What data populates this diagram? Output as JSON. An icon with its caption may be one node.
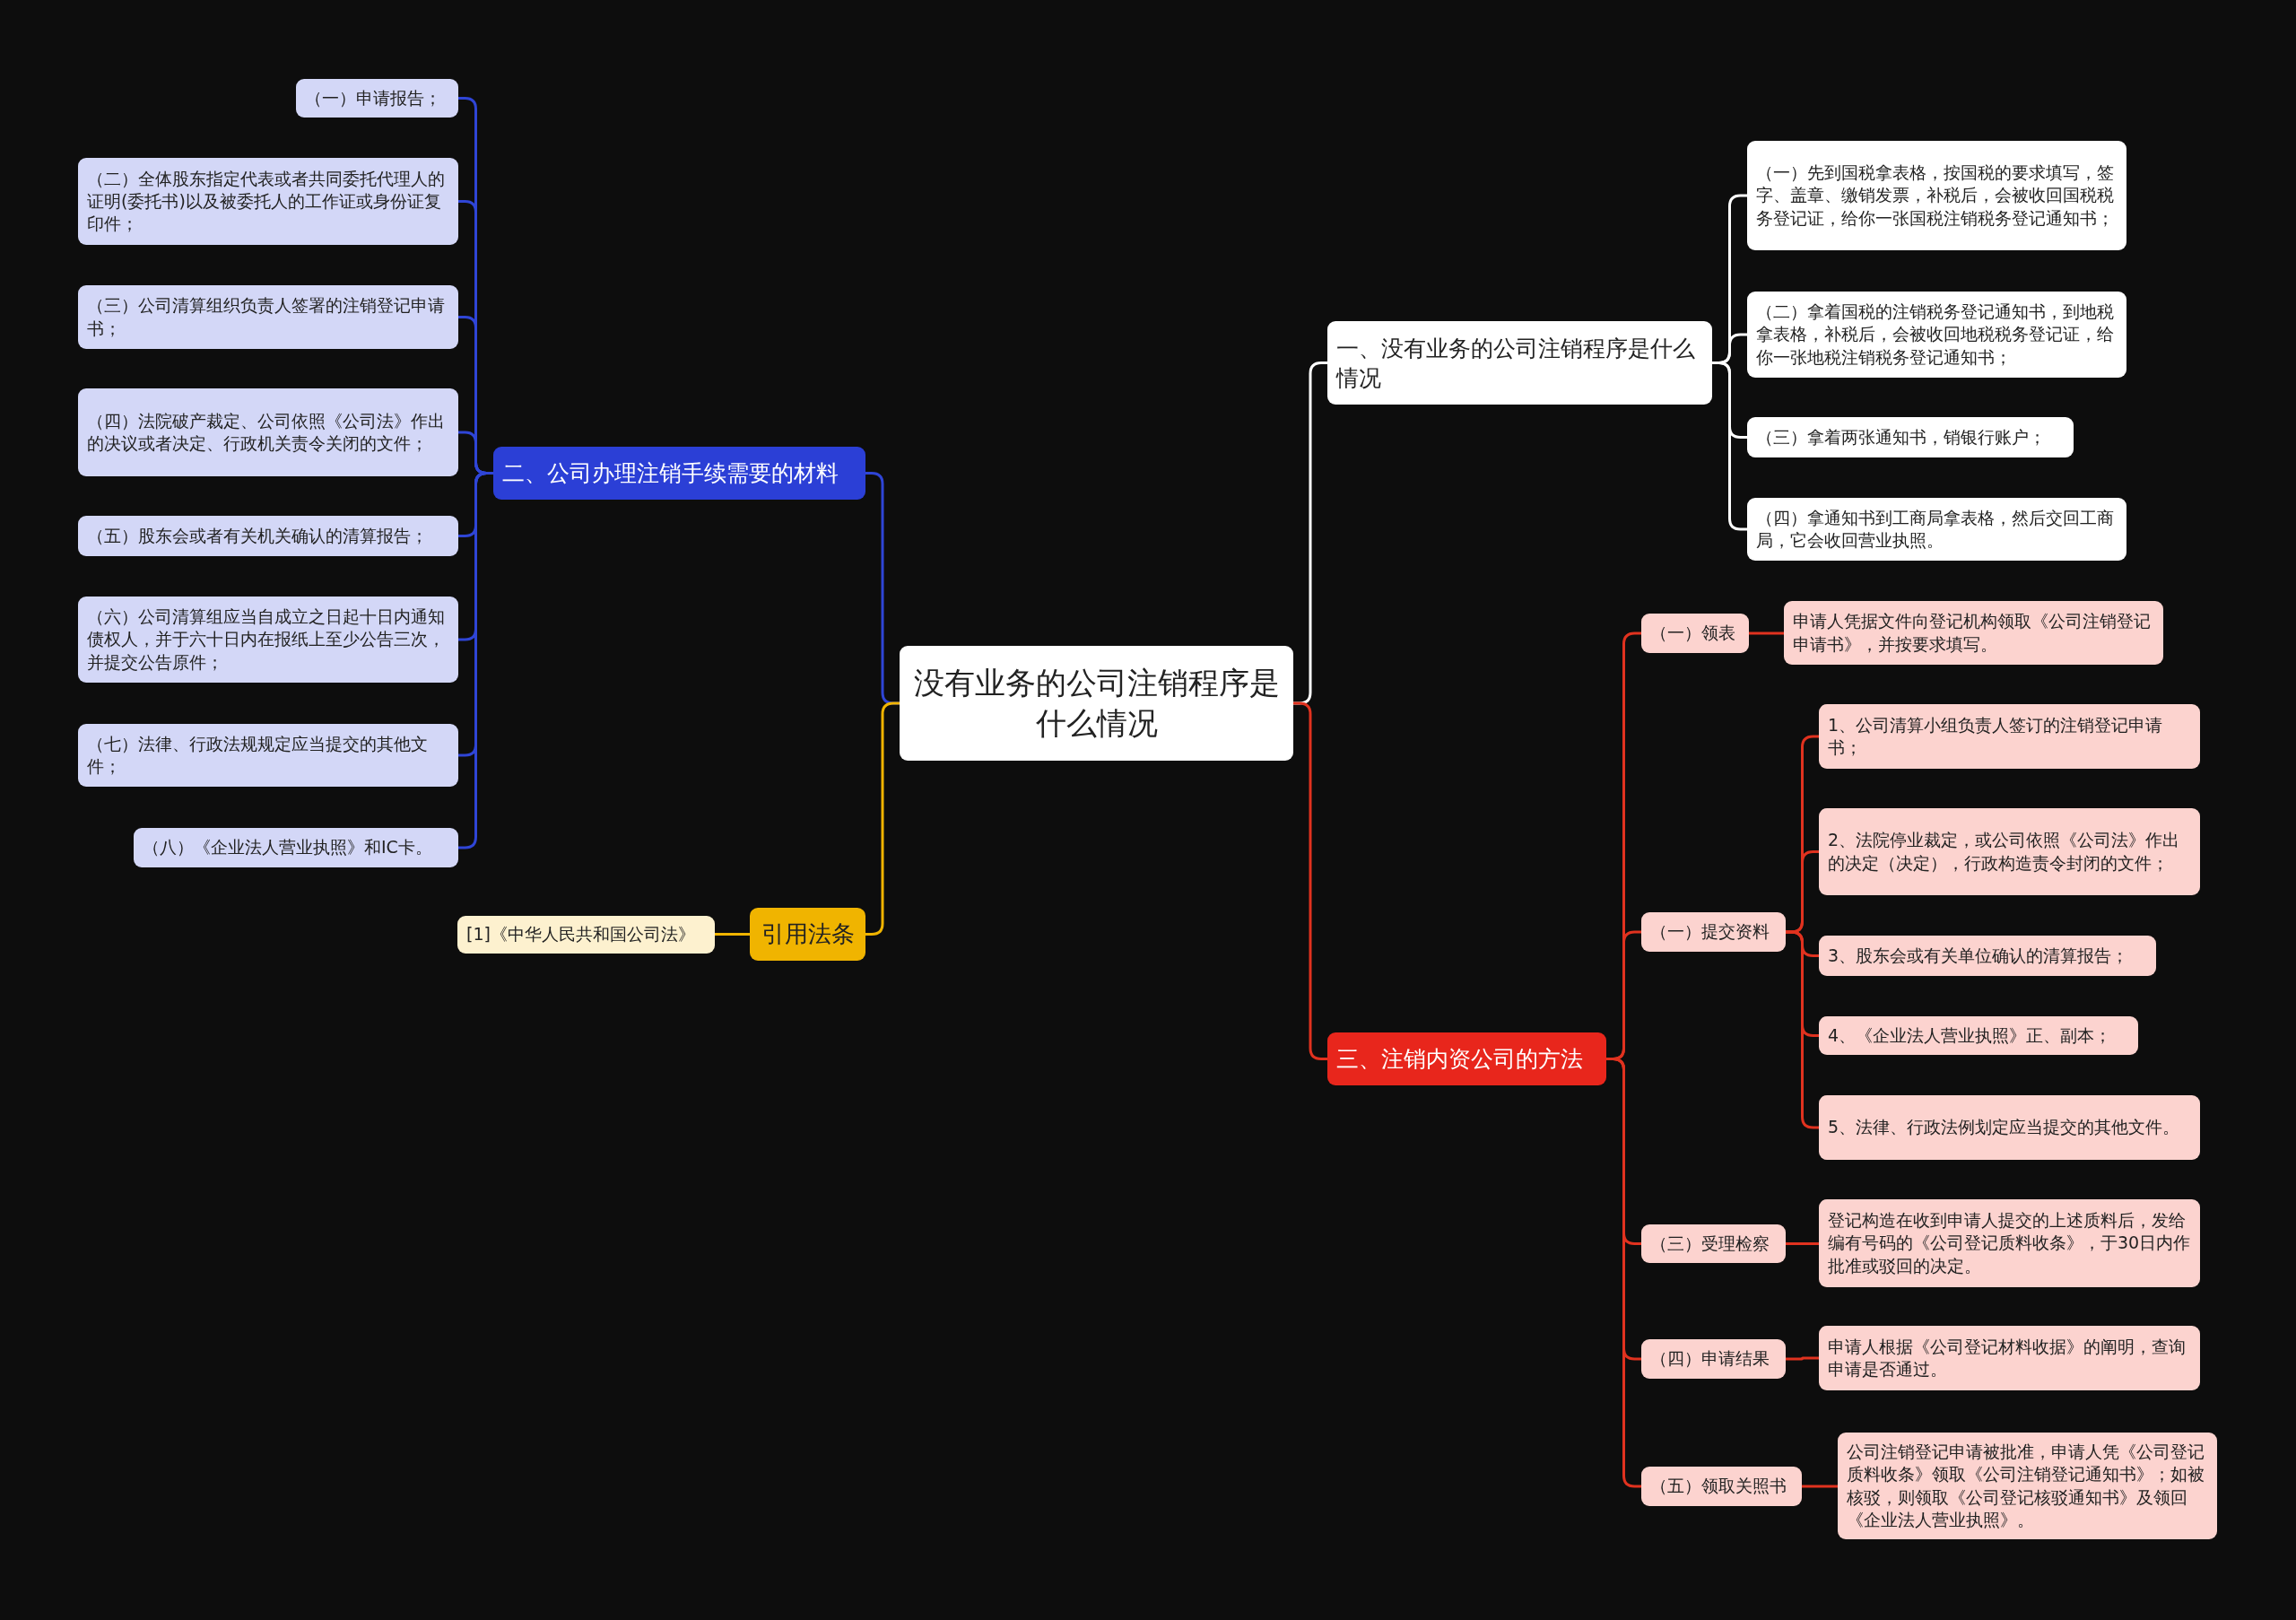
{
  "diagram": {
    "nodes": [
      {
        "text": [
          "没有业务的公司注销程序是什么情况"
        ]
      },
      {
        "text": [
          "一、没有业务的公司注销程序是什么情况"
        ]
      },
      {
        "text": [
          "（一）先到国税拿表格，按国税的要求填写，签字、盖章、缴销发票，补税后，会被收回国税税务登记证，给你一张国税注销税务登记通知书；"
        ]
      },
      {
        "text": [
          "（二）拿着国税的注销税务登记通知书，到地税拿表格，补税后，会被收回地税税务登记证，给你一张地税注销税务登记通知书；"
        ]
      },
      {
        "text": [
          "（三）拿着两张通知书，销银行账户；"
        ]
      },
      {
        "text": [
          "（四）拿通知书到工商局拿表格，然后交回工商局，它会收回营业执照。"
        ]
      },
      {
        "text": [
          "二、公司办理注销手续需要的材料"
        ]
      },
      {
        "text": [
          "（一）申请报告；"
        ]
      },
      {
        "text": [
          "（二）全体股东指定代表或者共同委托代理人的证明(委托书)以及被委托人的工作证或身份证复印件；"
        ]
      },
      {
        "text": [
          "（三）公司清算组织负责人签署的注销登记申请书；"
        ]
      },
      {
        "text": [
          "（四）法院破产裁定、公司依照《公司法》作出的决议或者决定、行政机关责令关闭的文件；"
        ]
      },
      {
        "text": [
          "（五）股东会或者有关机关确认的清算报告；"
        ]
      },
      {
        "text": [
          "（六）公司清算组应当自成立之日起十日内通知债权人，并于六十日内在报纸上至少公告三次，并提交公告原件；"
        ]
      },
      {
        "text": [
          "（七）法律、行政法规规定应当提交的其他文件；"
        ]
      },
      {
        "text": [
          "（八）《企业法人营业执照》和IC卡。"
        ]
      },
      {
        "text": [
          "三、注销内资公司的方法"
        ]
      },
      {
        "text": [
          "（一）领表"
        ]
      },
      {
        "text": [
          "申请人凭据文件向登记机构领取《公司注销登记申请书》，并按要求填写。"
        ]
      },
      {
        "text": [
          "（一）提交资料"
        ]
      },
      {
        "text": [
          "1、公司清算小组负责人签订的注销登记申请书；"
        ]
      },
      {
        "text": [
          "2、法院停业裁定，或公司依照《公司法》作出的决定（决定），行政构造责令封闭的文件；"
        ]
      },
      {
        "text": [
          "3、股东会或有关单位确认的清算报告；"
        ]
      },
      {
        "text": [
          "4、《企业法人营业执照》正、副本；"
        ]
      },
      {
        "text": [
          "5、法律、行政法例划定应当提交的其他文件。"
        ]
      },
      {
        "text": [
          "（三）受理检察"
        ]
      },
      {
        "text": [
          "登记构造在收到申请人提交的上述质料后，发给编有号码的《公司登记质料收条》，于30日内作批准或驳回的决定。"
        ]
      },
      {
        "text": [
          "（四）申请结果"
        ]
      },
      {
        "text": [
          "申请人根据《公司登记材料收据》的阐明，查询申请是否通过。"
        ]
      },
      {
        "text": [
          "（五）领取关照书"
        ]
      },
      {
        "text": [
          "公司注销登记申请被批准，申请人凭《公司登记质料收条》领取《公司注销登记通知书》；如被核驳，则领取《公司登记核驳通知书》及领回《企业法人营业执照》。"
        ]
      },
      {
        "text": [
          "引用法条"
        ]
      },
      {
        "text": [
          "[1]《中华人民共和国公司法》"
        ]
      }
    ],
    "edges": [
      {
        "from": 0,
        "to": 1,
        "arrow": "none",
        "color": "#ffffff"
      },
      {
        "from": 1,
        "to": 2,
        "arrow": "none",
        "color": "#ffffff"
      },
      {
        "from": 1,
        "to": 3,
        "arrow": "none",
        "color": "#ffffff"
      },
      {
        "from": 1,
        "to": 4,
        "arrow": "none",
        "color": "#ffffff"
      },
      {
        "from": 1,
        "to": 5,
        "arrow": "none",
        "color": "#ffffff"
      },
      {
        "from": 0,
        "to": 6,
        "arrow": "none",
        "color": "#2f45d6"
      },
      {
        "from": 6,
        "to": 7,
        "arrow": "none",
        "color": "#2f45d6"
      },
      {
        "from": 6,
        "to": 8,
        "arrow": "none",
        "color": "#2f45d6"
      },
      {
        "from": 6,
        "to": 9,
        "arrow": "none",
        "color": "#2f45d6"
      },
      {
        "from": 6,
        "to": 10,
        "arrow": "none",
        "color": "#2f45d6"
      },
      {
        "from": 6,
        "to": 11,
        "arrow": "none",
        "color": "#2f45d6"
      },
      {
        "from": 6,
        "to": 12,
        "arrow": "none",
        "color": "#2f45d6"
      },
      {
        "from": 6,
        "to": 13,
        "arrow": "none",
        "color": "#2f45d6"
      },
      {
        "from": 6,
        "to": 14,
        "arrow": "none",
        "color": "#2f45d6"
      },
      {
        "from": 0,
        "to": 15,
        "arrow": "none"
      },
      {
        "from": 15,
        "to": 16,
        "arrow": "none"
      },
      {
        "from": 16,
        "to": 17,
        "arrow": "none"
      },
      {
        "from": 15,
        "to": 18,
        "arrow": "none"
      },
      {
        "from": 18,
        "to": 19,
        "arrow": "none"
      },
      {
        "from": 18,
        "to": 20,
        "arrow": "none"
      },
      {
        "from": 18,
        "to": 21,
        "arrow": "none"
      },
      {
        "from": 18,
        "to": 22,
        "arrow": "none"
      },
      {
        "from": 18,
        "to": 23,
        "arrow": "none"
      },
      {
        "from": 15,
        "to": 24,
        "arrow": "none"
      },
      {
        "from": 24,
        "to": 25,
        "arrow": "none"
      },
      {
        "from": 15,
        "to": 26,
        "arrow": "none"
      },
      {
        "from": 26,
        "to": 27,
        "arrow": "none"
      },
      {
        "from": 15,
        "to": 28,
        "arrow": "none"
      },
      {
        "from": 28,
        "to": 29,
        "arrow": "none"
      },
      {
        "from": 0,
        "to": 30,
        "arrow": "none",
        "color": "#f0b400"
      },
      {
        "from": 30,
        "to": 31,
        "arrow": "none",
        "color": "#f0b400"
      }
    ]
  }
}
